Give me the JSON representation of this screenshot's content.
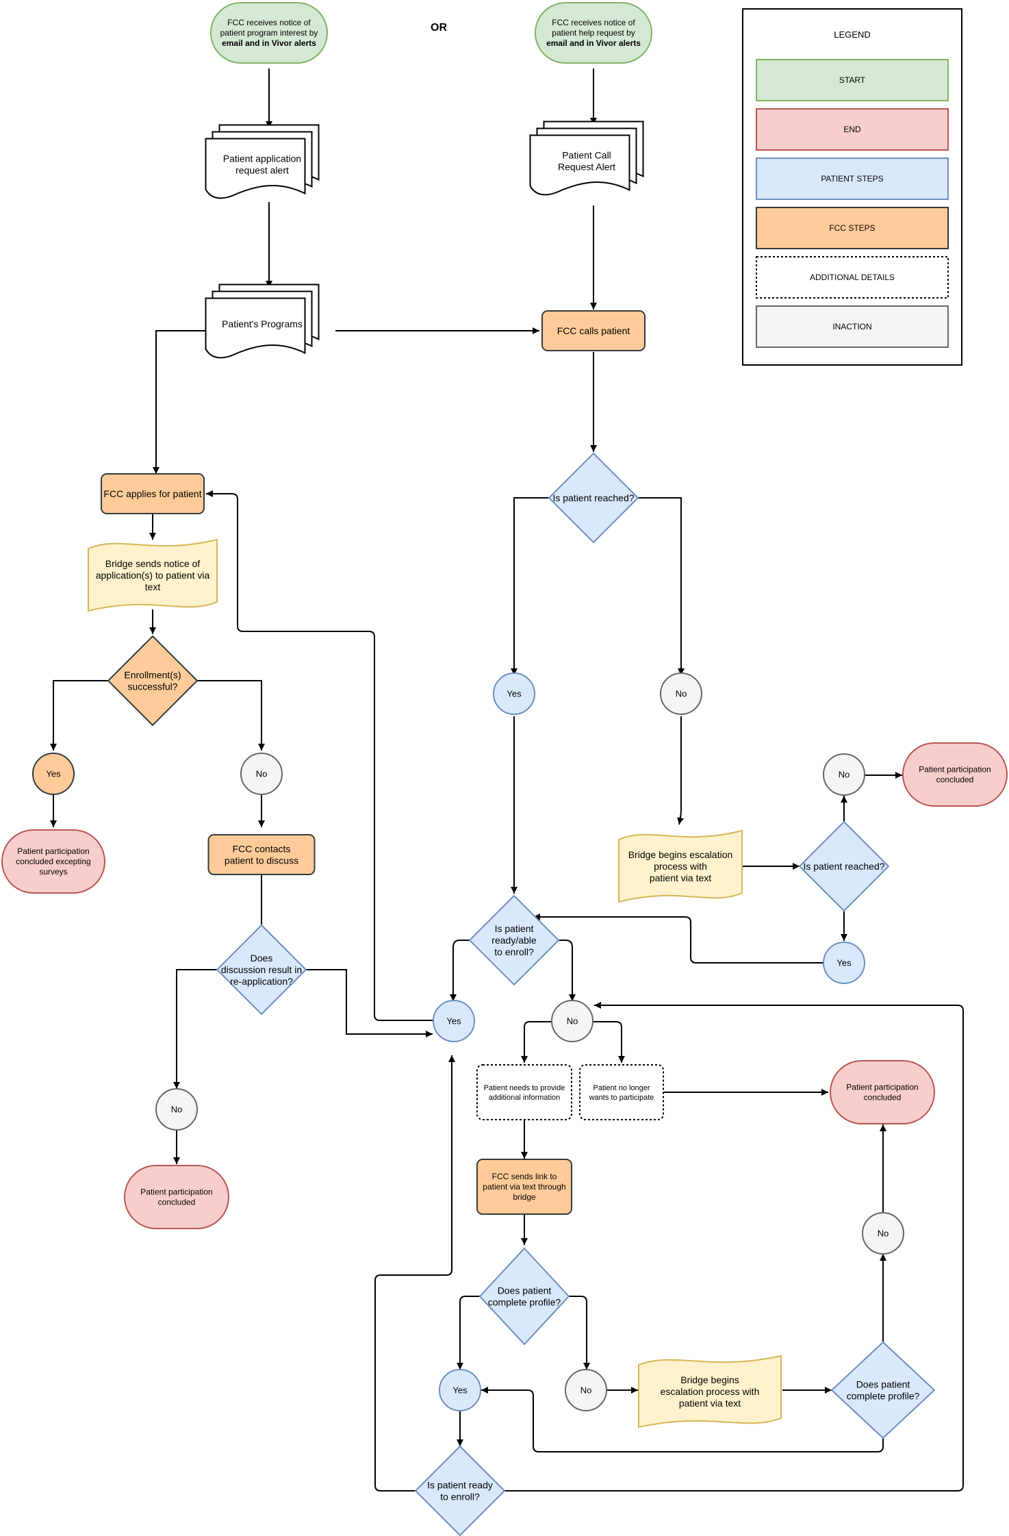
{
  "colors": {
    "start_fill": "#d5e8d4",
    "start_stroke": "#82b366",
    "end_fill": "#f8cecc",
    "end_stroke": "#b85450",
    "patient_fill": "#dae8fc",
    "patient_stroke": "#6c8ebf",
    "fcc_fill": "#ffcc99",
    "fcc_stroke": "#36393d",
    "inaction_fill": "#f5f5f5",
    "inaction_stroke": "#666666",
    "bridge_fill": "#fff2cc",
    "bridge_stroke": "#d6b656"
  },
  "header": {
    "or_label": "OR"
  },
  "legend": {
    "title": "LEGEND",
    "items": [
      "START",
      "END",
      "PATIENT STEPS",
      "FCC STEPS",
      "ADDITIONAL DETAILS",
      "INACTION"
    ]
  },
  "nodes": {
    "start_interest": [
      "FCC receives notice of",
      "patient program interest by",
      "email and in Vivor alerts"
    ],
    "start_help": [
      "FCC receives notice of",
      "patient help request by",
      "email and in Vivor alerts"
    ],
    "doc_application": [
      "Patient application",
      "request alert"
    ],
    "doc_call": [
      "Patient Call",
      "Request Alert"
    ],
    "doc_programs": [
      "Patient's Programs"
    ],
    "fcc_calls": [
      "FCC calls patient"
    ],
    "fcc_applies": [
      "FCC applies for patient"
    ],
    "bridge_notice": [
      "Bridge sends notice of",
      "application(s) to patient via",
      "text"
    ],
    "enroll_success": [
      "Enrollment(s)",
      "successful?"
    ],
    "yes_enroll": [
      "Yes"
    ],
    "no_enroll": [
      "No"
    ],
    "end_except_surveys": [
      "Patient participation",
      "concluded excepting",
      "surveys"
    ],
    "fcc_contacts": [
      "FCC contacts",
      "patient to discuss"
    ],
    "discussion_result": [
      "Does",
      "discussion result in",
      "re-application?"
    ],
    "no_discussion": [
      "No"
    ],
    "end_discussion": [
      "Patient participation",
      "concluded"
    ],
    "reached": [
      "Is patient reached?"
    ],
    "yes_reached": [
      "Yes"
    ],
    "no_reached": [
      "No"
    ],
    "bridge_escalation_1": [
      "Bridge begins escalation",
      "process with",
      "patient via text"
    ],
    "reached_2": [
      "Is patient reached?"
    ],
    "no_reached_2": [
      "No"
    ],
    "end_reached_2": [
      "Patient participation",
      "concluded"
    ],
    "yes_reached_2": [
      "Yes"
    ],
    "ready_able": [
      "Is patient",
      "ready/able",
      "to enroll?"
    ],
    "yes_ready": [
      "Yes"
    ],
    "no_ready": [
      "No"
    ],
    "needs_info": [
      "Patient needs to provide",
      "additional information"
    ],
    "no_longer": [
      "Patient no longer",
      "wants to participate"
    ],
    "end_no_longer": [
      "Patient participation",
      "concluded"
    ],
    "fcc_sends_link": [
      "FCC sends link to",
      "patient via text through",
      "bridge"
    ],
    "complete_profile": [
      "Does patient",
      "complete profile?"
    ],
    "yes_profile": [
      "Yes"
    ],
    "no_profile": [
      "No"
    ],
    "bridge_escalation_2": [
      "Bridge begins",
      "escalation process with",
      "patient via text"
    ],
    "complete_profile_2": [
      "Does patient",
      "complete profile?"
    ],
    "no_profile_2": [
      "No"
    ],
    "ready_enroll": [
      "Is patient ready",
      "to enroll?"
    ]
  }
}
